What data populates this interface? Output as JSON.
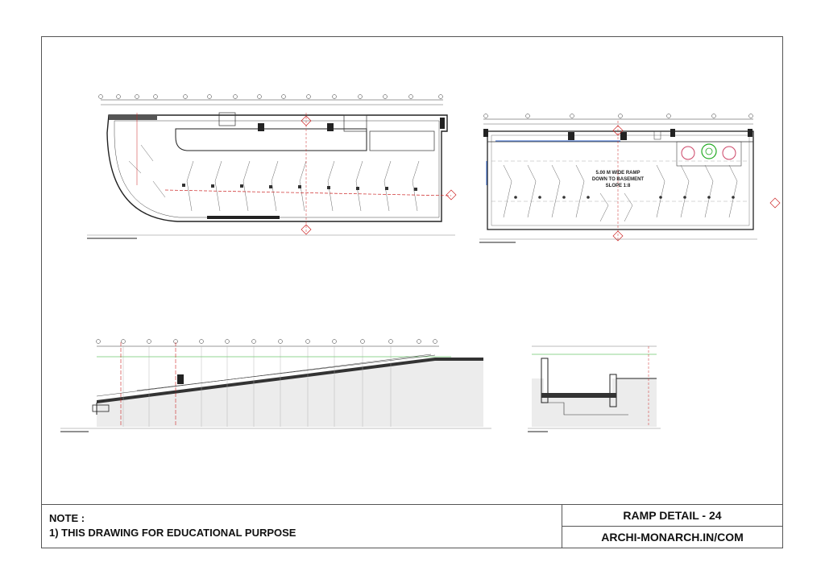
{
  "title_block": {
    "note_heading": "NOTE :",
    "note_text": "1) THIS DRAWING FOR EDUCATIONAL PURPOSE",
    "drawing_title": "RAMP DETAIL - 24",
    "website": "ARCHI-MONARCH.IN/COM"
  },
  "plans": {
    "ramp_label_line1": "5.00 M WIDE RAMP",
    "ramp_label_line2": "DOWN TO BASEMENT",
    "ramp_label_line3": "SLOPE 1:8"
  },
  "colors": {
    "line": "#333333",
    "ref_line": "#cc2222",
    "green": "#22aa22",
    "pink": "#cc4466",
    "blue": "#3366cc"
  }
}
